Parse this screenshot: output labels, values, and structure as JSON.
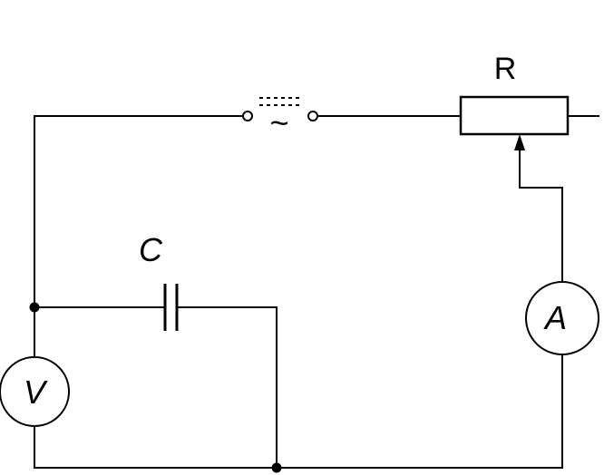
{
  "diagram": {
    "labels": {
      "resistor": "R",
      "capacitor": "C",
      "ammeter": "A",
      "voltmeter": "V",
      "ac_source": "~"
    },
    "colors": {
      "stroke": "#000000",
      "background": "#ffffff"
    }
  }
}
